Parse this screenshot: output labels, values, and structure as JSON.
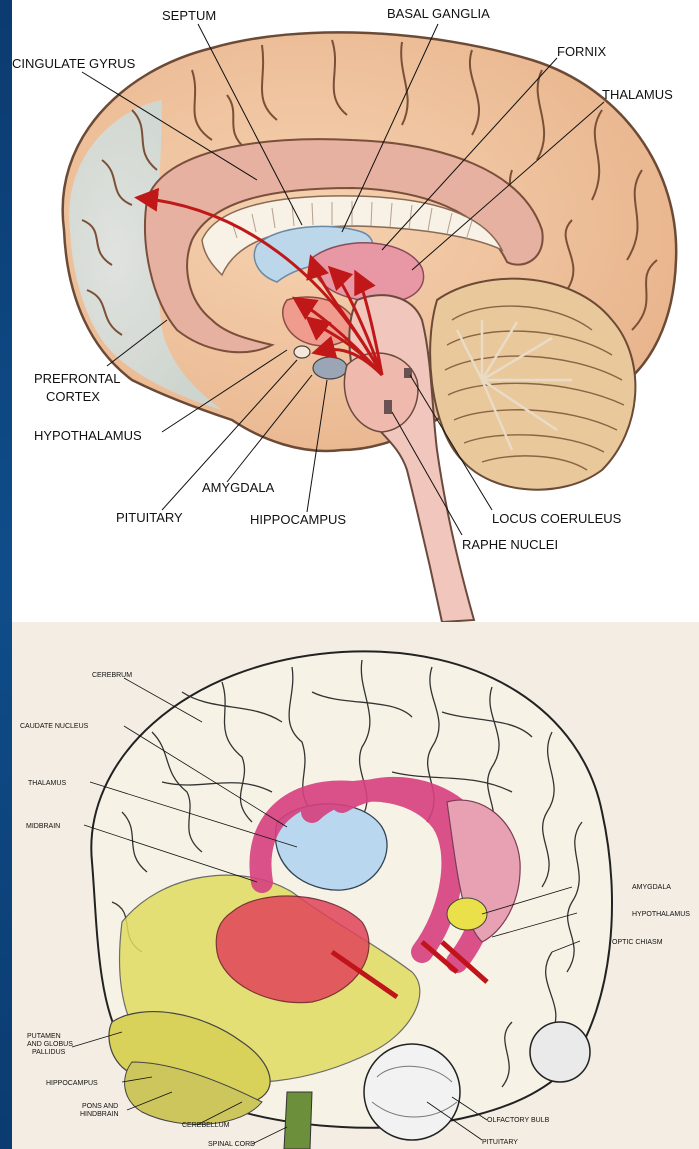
{
  "top_diagram": {
    "labels": {
      "septum": "SEPTUM",
      "basal_ganglia": "BASAL GANGLIA",
      "cingulate_gyrus": "CINGULATE GYRUS",
      "fornix": "FORNIX",
      "thalamus": "THALAMUS",
      "prefrontal_1": "PREFRONTAL",
      "prefrontal_2": "CORTEX",
      "hypothalamus": "HYPOTHALAMUS",
      "amygdala": "AMYGDALA",
      "pituitary": "PITUITARY",
      "hippocampus": "HIPPOCAMPUS",
      "locus_coeruleus": "LOCUS COERULEUS",
      "raphe_nuclei": "RAPHE NUCLEI"
    }
  },
  "bottom_diagram": {
    "labels": {
      "cerebrum": "CEREBRUM",
      "caudate_nucleus": "CAUDATE NUCLEUS",
      "thalamus": "THALAMUS",
      "midbrain": "MIDBRAIN",
      "amygdala": "AMYGDALA",
      "hypothalamus": "HYPOTHALAMUS",
      "optic_chiasm": "OPTIC CHIASM",
      "putamen_1": "PUTAMEN",
      "putamen_2": "AND GLOBUS",
      "putamen_3": "PALLIDUS",
      "hippocampus": "HIPPOCAMPUS",
      "pons_1": "PONS AND",
      "pons_2": "HINDBRAIN",
      "cerebellum": "CEREBELLUM",
      "olfactory_bulb": "OLFACTORY BULB",
      "pituitary": "PITUITARY",
      "spinal_cord": "SPINAL CORD"
    }
  },
  "colors": {
    "frame": "#0c3f75",
    "cortex": "#f2c9a4",
    "cingulate": "#e6b1a0",
    "ventricle": "#bcd6ea",
    "limbic_pink": "#e898a5",
    "pathway_arrow": "#c01818",
    "brainstem": "#f1c6bd",
    "cerebellum": "#e9c89c",
    "bottom_brain": "#f6f3e6",
    "basal_yellow": "#e2dc62",
    "limbic_magenta": "#d6407e",
    "thalamus_blue": "#b9d7ef"
  }
}
